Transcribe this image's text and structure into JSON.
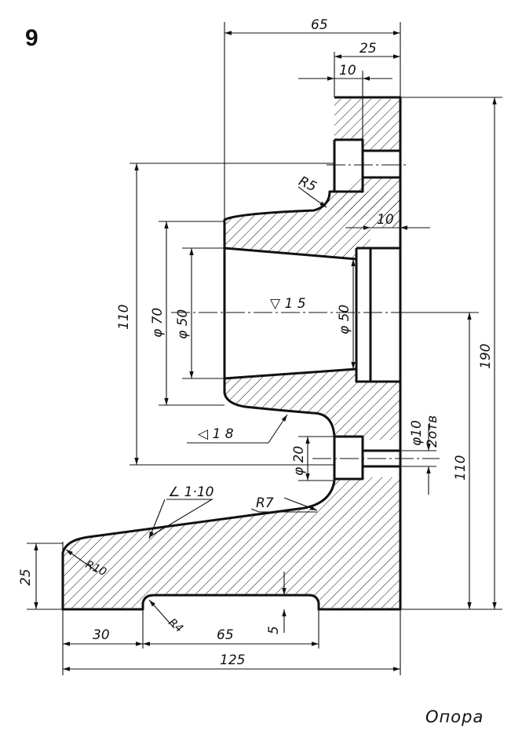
{
  "figure": {
    "number": "9",
    "caption": "Опора"
  },
  "dimensions": {
    "top_width_65": "65",
    "top_25": "25",
    "top_10": "10",
    "hub_10": "10",
    "radius_r5": "R5",
    "height_110_left": "110",
    "dia_70": "φ 70",
    "dia_50_left": "φ 50",
    "taper_15": "▽ 1 5",
    "dia_50_center": "φ 50",
    "height_190": "190",
    "height_110_right": "110",
    "taper_18": "◁ 1 8",
    "hole_dia_10": "φ10",
    "hole_count": "2отв",
    "dia_20": "φ 20",
    "radius_r7": "R7",
    "slope_1_10": "∠ 1·10",
    "height_25": "25",
    "radius_r10": "R10",
    "radius_r4": "R4",
    "base_30": "30",
    "base_65": "65",
    "recess_5": "5",
    "base_125": "125"
  }
}
